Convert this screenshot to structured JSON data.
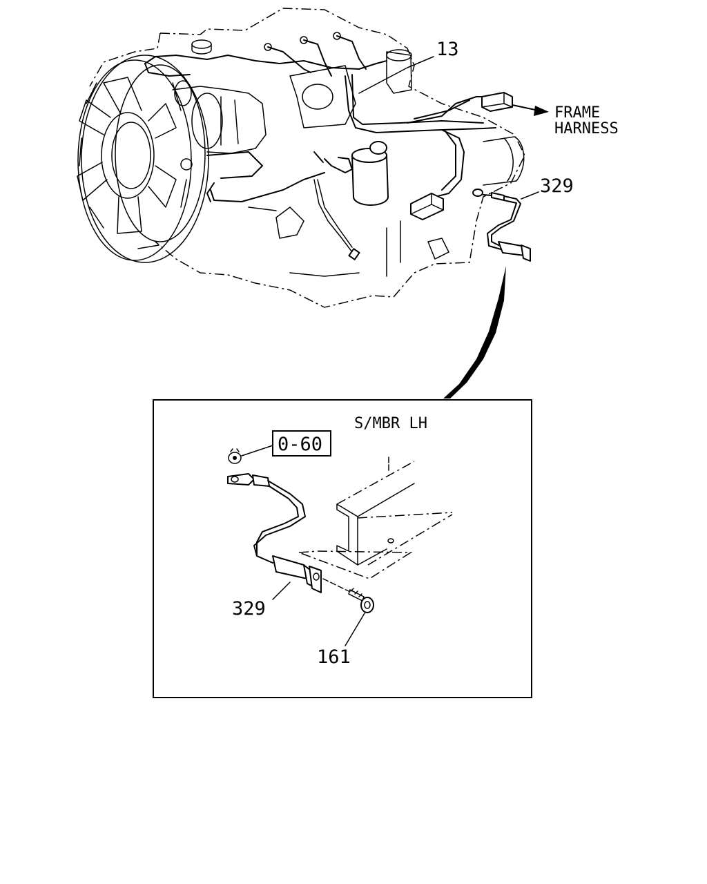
{
  "callouts": {
    "part_13": "13",
    "part_329_top": "329",
    "part_329_detail": "329",
    "part_161": "161",
    "frame_harness_line1": "FRAME",
    "frame_harness_line2": "HARNESS",
    "side_member": "S/MBR LH",
    "torque_ref": "0-60"
  },
  "colors": {
    "line": "#000000",
    "background": "#ffffff"
  }
}
